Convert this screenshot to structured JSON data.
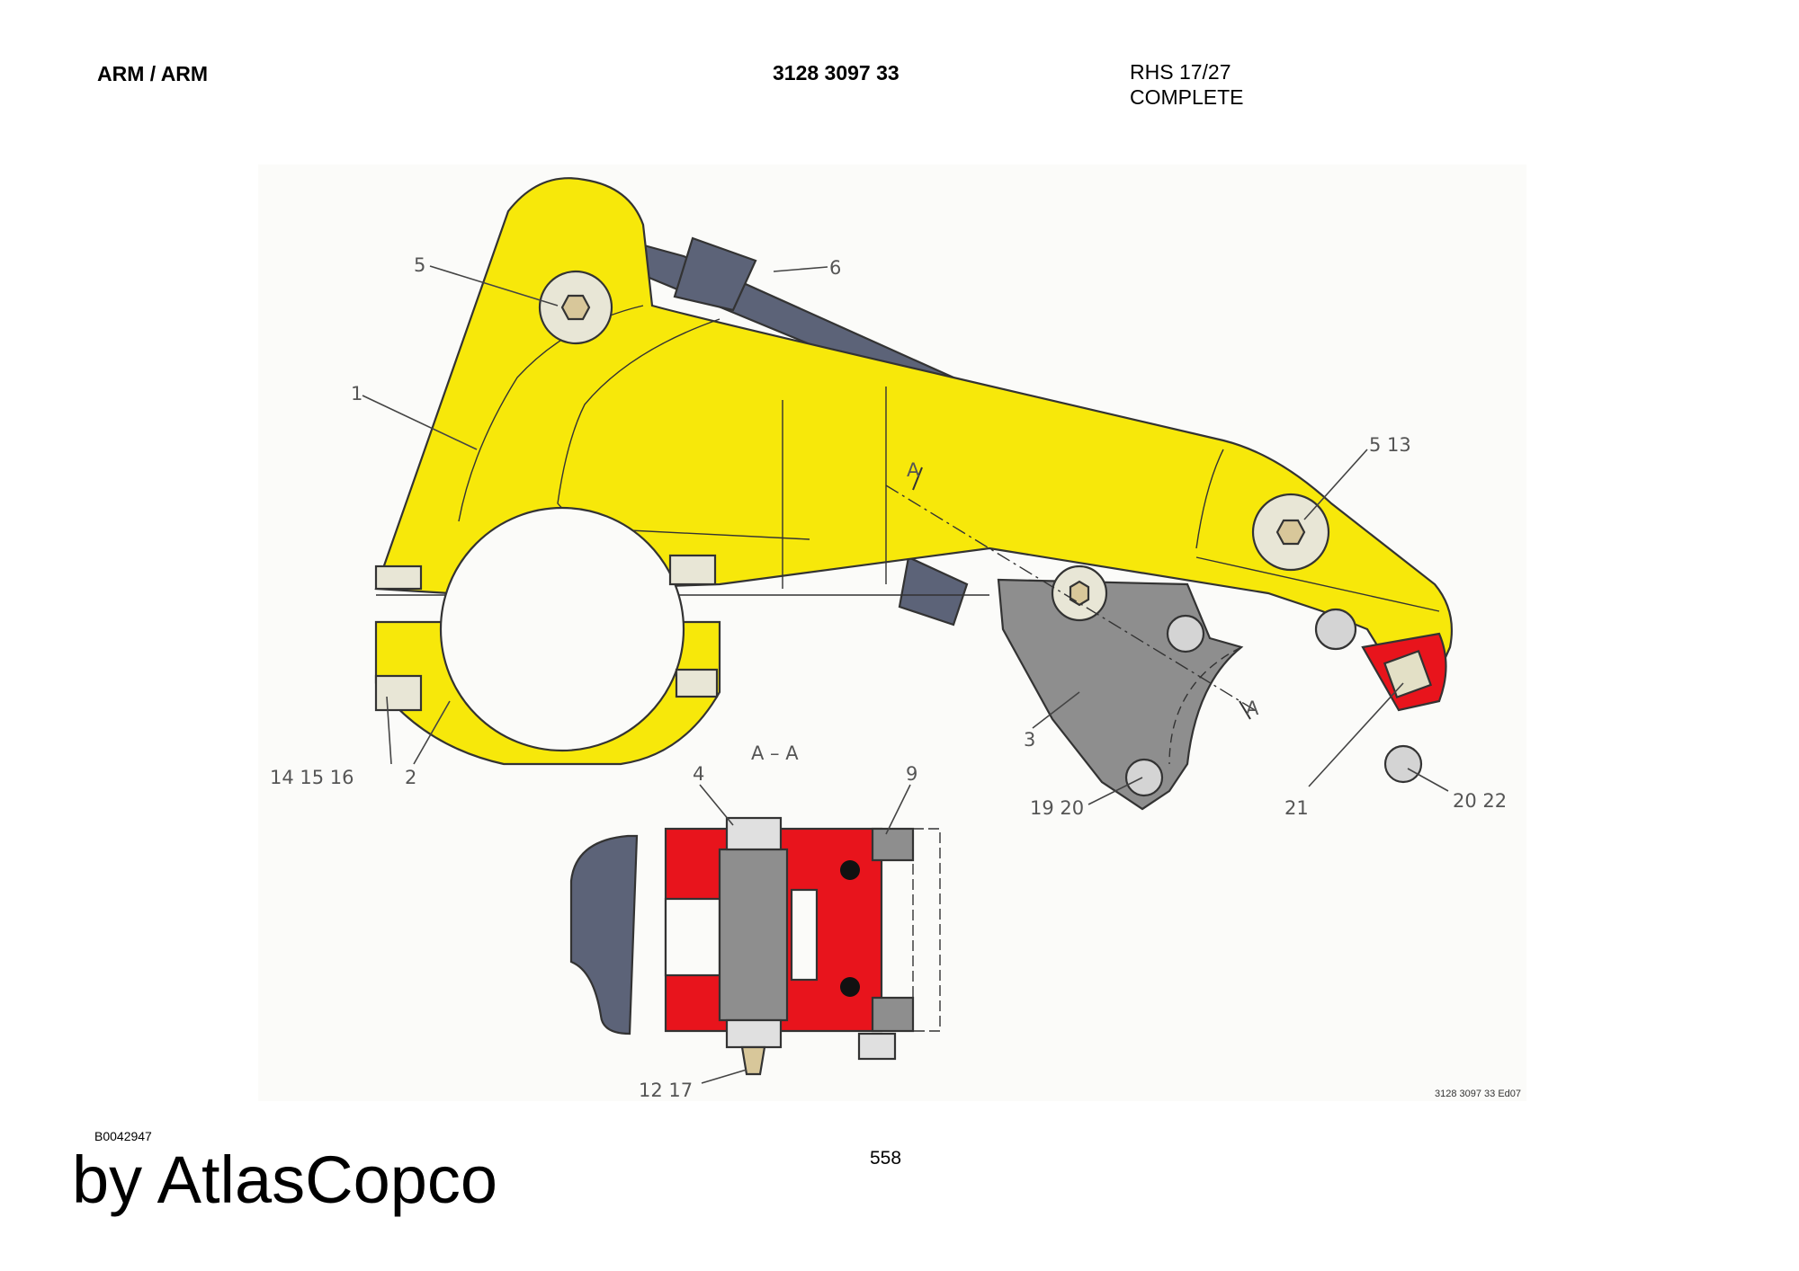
{
  "header": {
    "title": "ARM / ARM",
    "part_number": "3128 3097 33",
    "model_line1": "RHS 17/27",
    "model_line2": "COMPLETE"
  },
  "drawing": {
    "section_label": "A – A",
    "section_marker": "A",
    "drawing_ref": "3128 3097 33 Ed07",
    "callouts": {
      "c1": "1",
      "c2": "2",
      "c3": "3",
      "c4": "4",
      "c5": "5",
      "c6": "6",
      "c9": "9",
      "c5_13": "5 13",
      "c14_15_16": "14 15 16",
      "c19_20": "19 20",
      "c21": "21",
      "c20_22": "20 22",
      "c12_17": "12 17"
    },
    "colors": {
      "arm_yellow": "#f7e80a",
      "section_red": "#e8141c",
      "steel_grey": "#8e8e8e",
      "slate_blue": "#5c6378"
    }
  },
  "footer": {
    "doc_id": "B0042947",
    "page_number": "558",
    "brand": "by AtlasCopco"
  }
}
